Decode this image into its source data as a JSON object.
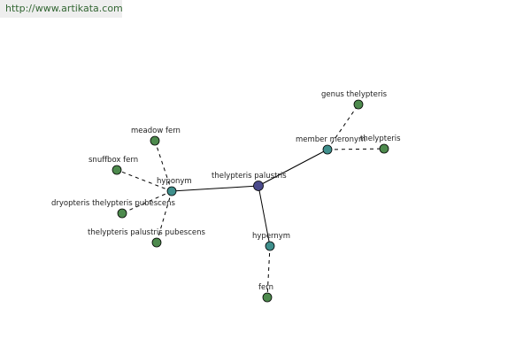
{
  "source_link": "http://www.artikata.com",
  "colors": {
    "root": "#4a4a8c",
    "relation": "#3f8f8c",
    "leaf": "#4d8a4d"
  },
  "nodes": [
    {
      "id": "root",
      "label": "thelypteris palustris",
      "kind": "root"
    },
    {
      "id": "hyponym",
      "label": "hyponym",
      "kind": "relation"
    },
    {
      "id": "meronym",
      "label": "member meronym",
      "kind": "relation"
    },
    {
      "id": "hypernym",
      "label": "hypernym",
      "kind": "relation"
    },
    {
      "id": "meadow",
      "label": "meadow fern",
      "kind": "leaf"
    },
    {
      "id": "snuffbox",
      "label": "snuffbox fern",
      "kind": "leaf"
    },
    {
      "id": "dryop",
      "label": "dryopteris thelypteris pubescens",
      "kind": "leaf"
    },
    {
      "id": "tpp",
      "label": "thelypteris palustris pubescens",
      "kind": "leaf"
    },
    {
      "id": "genus",
      "label": "genus thelypteris",
      "kind": "leaf"
    },
    {
      "id": "thelyp",
      "label": "thelypteris",
      "kind": "leaf"
    },
    {
      "id": "fern",
      "label": "fern",
      "kind": "leaf"
    }
  ],
  "edges": [
    {
      "from": "root",
      "to": "hyponym",
      "style": "solid"
    },
    {
      "from": "root",
      "to": "meronym",
      "style": "solid"
    },
    {
      "from": "root",
      "to": "hypernym",
      "style": "solid"
    },
    {
      "from": "hyponym",
      "to": "meadow",
      "style": "dashed"
    },
    {
      "from": "hyponym",
      "to": "snuffbox",
      "style": "dashed"
    },
    {
      "from": "hyponym",
      "to": "dryop",
      "style": "dashed"
    },
    {
      "from": "hyponym",
      "to": "tpp",
      "style": "dashed"
    },
    {
      "from": "meronym",
      "to": "genus",
      "style": "dashed"
    },
    {
      "from": "meronym",
      "to": "thelyp",
      "style": "dashed"
    },
    {
      "from": "hypernym",
      "to": "fern",
      "style": "dashed"
    }
  ]
}
